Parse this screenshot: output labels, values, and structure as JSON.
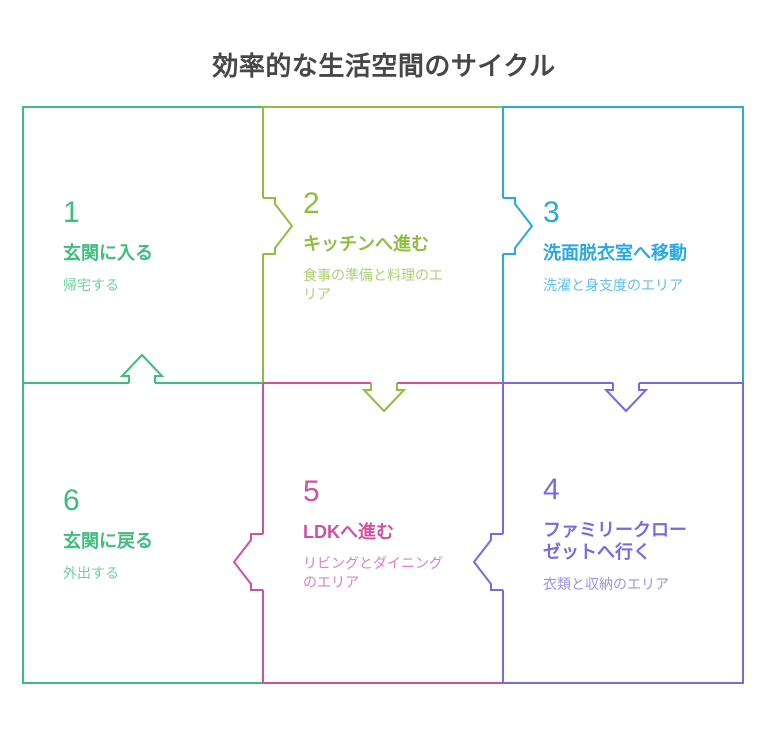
{
  "title": {
    "text": "効率的な生活空間のサイクル",
    "color": "#474747"
  },
  "cells": [
    {
      "number": "1",
      "title": "玄関に入る",
      "subtitle": "帰宅する",
      "color": "#3CBE7C"
    },
    {
      "number": "2",
      "title": "キッチンへ進む",
      "subtitle": "食事の準備と料理のエリア",
      "color": "#8FBE3F"
    },
    {
      "number": "3",
      "title": "洗面脱衣室へ移動",
      "subtitle": "洗濯と身支度のエリア",
      "color": "#29A9E1"
    },
    {
      "number": "4",
      "title": "ファミリークローゼットへ行く",
      "subtitle": "衣類と収納のエリア",
      "color": "#7A67E8"
    },
    {
      "number": "5",
      "title": "LDKへ進む",
      "subtitle": "リビングとダイニングのエリア",
      "color": "#D2519F"
    },
    {
      "number": "6",
      "title": "玄関に戻る",
      "subtitle": "外出する",
      "color": "#3CBE7C"
    }
  ],
  "arrows": [
    {
      "from": "1",
      "to": "2",
      "direction": "right",
      "color": "#8FBE3F"
    },
    {
      "from": "2",
      "to": "3",
      "direction": "right",
      "color": "#29A9E1"
    },
    {
      "from": "2",
      "to": "5",
      "direction": "down",
      "color": "#8FBE3F"
    },
    {
      "from": "3",
      "to": "4",
      "direction": "down",
      "color": "#7A67E8"
    },
    {
      "from": "4",
      "to": "5",
      "direction": "left",
      "color": "#7A67E8"
    },
    {
      "from": "5",
      "to": "6",
      "direction": "left",
      "color": "#D2519F"
    },
    {
      "from": "6",
      "to": "1",
      "direction": "up",
      "color": "#3CBE7C"
    }
  ]
}
